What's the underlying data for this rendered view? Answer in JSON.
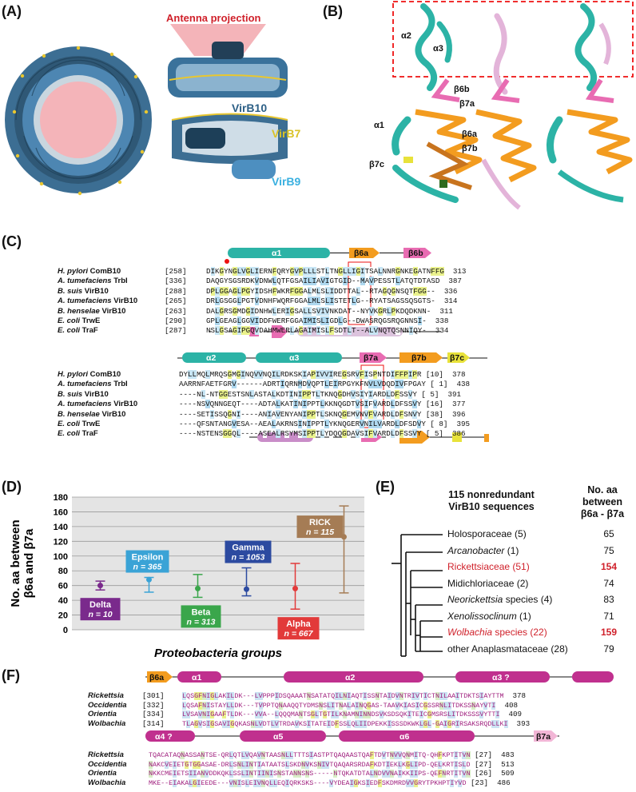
{
  "panels": {
    "A": "(A)",
    "B": "(B)",
    "C": "(C)",
    "D": "(D)",
    "E": "(E)",
    "F": "(F)"
  },
  "panelA": {
    "antenna": "Antenna projection",
    "virb10": "VirB10",
    "virb7": "VirB7",
    "virb9": "VirB9"
  },
  "panelB": {
    "labels": [
      "α2",
      "α3",
      "β6b",
      "β7a",
      "α1",
      "β6a",
      "β7b",
      "β7c"
    ]
  },
  "panelC": {
    "top_ss": [
      "α1",
      "β6a",
      "β6b"
    ],
    "bottom_ss": [
      "α2",
      "α3",
      "β7a",
      "β7b",
      "β7c"
    ],
    "block1": [
      {
        "name": "H. pylori",
        "prot": "ComB10",
        "start": "[258]",
        "seq": "DIKGYNGLVGLIERNFQRYGVPLLLSTLTNGLLIGITSALNNRGNKEGATNFFG",
        "end": "313"
      },
      {
        "name": "A. tumefaciens",
        "prot": "TrbI",
        "start": "[336]",
        "seq": "DAQGYSGSRDKVDNWLQTFGSAILIAVIGTGID--MAVPESSTLATQTDTASD",
        "end": "387"
      },
      {
        "name": "B. suis",
        "prot": "VirB10",
        "start": "[288]",
        "seq": "DPLGGAGLPGYIDSHFWKRFGGALMLSLIDDTTAL--RTAGQGNSQTFGG--",
        "end": "336"
      },
      {
        "name": "A. tumefaciens",
        "prot": "VirB10",
        "start": "[265]",
        "seq": "DRLGSGGLPGTVDNHFWQRFGGALMLSLISTETLG--RYATSAGSSQSGTS-",
        "end": "314"
      },
      {
        "name": "B. henselae",
        "prot": "VirB10",
        "start": "[263]",
        "seq": "DALGRSGMDGIDNHWLERIGSALLSVIVNKDAT--NYVKGRLPKDQDKNN-",
        "end": "311"
      },
      {
        "name": "E. coli",
        "prot": "TrwE",
        "start": "[290]",
        "seq": "GPLGEAGLGGVIDDFWERFGGAIMISLIGDLG--DWASRQGSRQGNNSI-",
        "end": "338"
      },
      {
        "name": "E. coli",
        "prot": "TraF",
        "start": "[287]",
        "seq": "NSLGSAGIPGQVDAHMWERLAGAIMISLFSDTLT--ALVNQTQSNNIQY-",
        "end": "334"
      }
    ],
    "block2": [
      {
        "name": "H. pylori",
        "prot": "ComB10",
        "seq": "DYLLMQLMRQSGMGINQVVNQILRDKSKIAPIVVIREGSRVFISPNTDIFFPIPR",
        "post": "[10]",
        "end": "378"
      },
      {
        "name": "A. tumefaciens",
        "prot": "TrbI",
        "seq": "AARRNFAETFGRV------ADRTIQRNMDVQPTLEIRPGYKFNVLVDQDIVFPGAY",
        "post": "[ 1]",
        "end": "438"
      },
      {
        "name": "B. suis",
        "prot": "VirB10",
        "seq": "----NL-NTGGESTSNLASTALKDTINIPPTLTKNQGDHVSIYIARDLDFSSVY",
        "post": "[ 5]",
        "end": "391"
      },
      {
        "name": "A. tumefaciens",
        "prot": "VirB10",
        "seq": "----NSVQNNGEQT----ADTALKATINIPPTLKKNQGDTVSIFVARDLDFSSVY",
        "post": "[16]",
        "end": "377"
      },
      {
        "name": "B. henselae",
        "prot": "VirB10",
        "seq": "----SETISSQGNI----ANIAVENYANIPPTLSKNQGEMVNVFVARDLDFSNVY",
        "post": "[38]",
        "end": "396"
      },
      {
        "name": "E. coli",
        "prot": "TrwE",
        "seq": "----QFSNTANGVESA--AEALAKRNSINIPPTLYKNQGERVNILVARDLDFSDVY",
        "post": "[ 8]",
        "end": "395"
      },
      {
        "name": "E. coli",
        "prot": "TraF",
        "seq": "----NSTENSGGQL----ASEALRSYMSIPPTLYDQQGDAVSIFVARDLDFSSVY",
        "post": "[ 5]",
        "end": "386"
      }
    ]
  },
  "chart_data": {
    "type": "scatter",
    "title": "",
    "xlabel": "Proteobacteria groups",
    "ylabel": "No. aa between β6a and β7a",
    "ylim": [
      0,
      180
    ],
    "yticks": [
      0,
      20,
      40,
      60,
      80,
      100,
      120,
      140,
      160,
      180
    ],
    "grid": true,
    "series": [
      {
        "name": "Delta",
        "n": "n = 10",
        "mean": 60,
        "low": 54,
        "high": 66,
        "color": "#7a2a8c"
      },
      {
        "name": "Epsilon",
        "n": "n = 365",
        "mean": 68,
        "low": 51,
        "high": 71,
        "color": "#3aa3d6"
      },
      {
        "name": "Beta",
        "n": "n = 313",
        "mean": 56,
        "low": 44,
        "high": 75,
        "color": "#3aa64b"
      },
      {
        "name": "Gamma",
        "n": "n = 1053",
        "mean": 55,
        "low": 46,
        "high": 84,
        "color": "#2c4aa0"
      },
      {
        "name": "Alpha",
        "n": "n = 667",
        "mean": 56,
        "low": 28,
        "high": 90,
        "color": "#e23a3a"
      },
      {
        "name": "RICK",
        "n": "n = 115",
        "mean": 126,
        "low": 50,
        "high": 168,
        "color": "#a57c55"
      }
    ]
  },
  "panelE": {
    "title1": "115 nonredundant",
    "title2": "VirB10 sequences",
    "col1": "No. aa",
    "col2": "between",
    "col3": "β6a - β7a",
    "rows": [
      {
        "label": "Holosporaceae (5)",
        "value": "65",
        "red": false,
        "italic": false
      },
      {
        "label": "Arcanobacter",
        "suffix": " (1)",
        "value": "75",
        "red": false,
        "italic": true
      },
      {
        "label": "Rickettsiaceae (51)",
        "value": "154",
        "red": true,
        "italic": false
      },
      {
        "label": "Midichloriaceae (2)",
        "value": "74",
        "red": false,
        "italic": false
      },
      {
        "label": "Neorickettsia",
        "suffix": " species (4)",
        "value": "83",
        "red": false,
        "italic": true
      },
      {
        "label": "Xenolissoclinum",
        "suffix": " (1)",
        "value": "71",
        "red": false,
        "italic": true
      },
      {
        "label": "Wolbachia",
        "suffix": " species (22)",
        "value": "159",
        "red": true,
        "italic": true
      },
      {
        "label": "other Anaplasmataceae (28)",
        "value": "79",
        "red": false,
        "italic": false
      }
    ]
  },
  "panelF": {
    "top_ss": [
      "β6a",
      "α1",
      "α2",
      "α3 ?"
    ],
    "bottom_ss": [
      "α4 ?",
      "α5",
      "α6",
      "β7a"
    ],
    "block1": [
      {
        "name": "Rickettsia",
        "start": "[301]",
        "seq": "LQSGFNIGLAKILDK---LVPPPIDSQAAATNSATATQILNIAQTISSNTAIDVNTRIVTICTNILAAITDKTSIAYTTM",
        "end": "378"
      },
      {
        "name": "Occidentia",
        "start": "[332]",
        "seq": "LQSAFNISTAYLLDK---TVPPTQNAAQQTYDMSNSLITNALAINQGAS-TAAVKIASICGSSRNLITDKSSNAYVTI",
        "end": "408"
      },
      {
        "name": "Orientia",
        "start": "[334]",
        "seq": "LVSAVNIGAAFTLDK---VVA--LQQQMANTSGLTGTILKNAMNINNDSVKSDSQKITEICGMSRSLITDKSSSVYTTI",
        "end": "409"
      },
      {
        "name": "Wolbachia",
        "start": "[314]",
        "seq": "TLAGVSIGSAVIGQKASNLVDTLVTRDAVKSITATEIDFSSLQLIIDPEKKISSSDKWKLGL-GAIGRIRSAKSRQDLLKI",
        "end": "393"
      }
    ],
    "block2": [
      {
        "name": "Rickettsia",
        "seq": "TQACATAQNASSANTSE-QRLQTLVQAVNTAASNLLTTTSIASTPTQAQAASTQAFTDVTNVVQNMITQ-QHFKPTITVN",
        "post": "[27]",
        "end": "483"
      },
      {
        "name": "Occidentia",
        "seq": "NAKCVEIETGTGGASAE-DRLSNLINTIATAATSLSKDNVKSNIVTQAQARSRDAFKDTIEKLKGLIPD-QELKRTISLD",
        "post": "[27]",
        "end": "513"
      },
      {
        "name": "Orientia",
        "seq": "NKKCMEIETSIIANVDDKQKLSSLINTIINISNSTANNSNS-----NTQKATDTALNDVVNAIKKIIPS-QEFNRTITVN",
        "post": "[26]",
        "end": "509"
      },
      {
        "name": "Wolbachia",
        "seq": "MKE--EIAKALGIEEDE---VNISLEIVNQLLEQIQRKSKS----VYDEAIGKSIEDFSKDMRDVVGRYTPKHPTIYVD",
        "post": "[23]",
        "end": "486"
      }
    ]
  }
}
